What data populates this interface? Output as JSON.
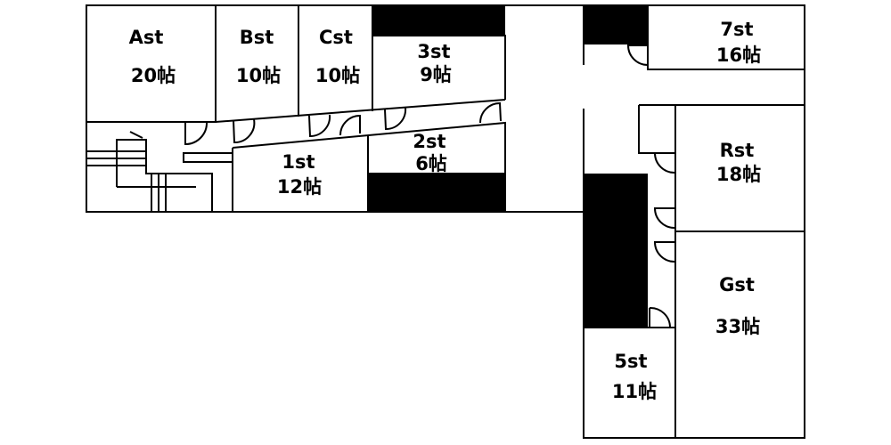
{
  "rooms": {
    "ast": {
      "name": "Ast",
      "size": "20帖"
    },
    "bst": {
      "name": "Bst",
      "size": "10帖"
    },
    "cst": {
      "name": "Cst",
      "size": "10帖"
    },
    "r3st": {
      "name": "3st",
      "size": "9帖"
    },
    "r2st": {
      "name": "2st",
      "size": "6帖"
    },
    "r1st": {
      "name": "1st",
      "size": "12帖"
    },
    "r7st": {
      "name": "7st",
      "size": "16帖"
    },
    "rst": {
      "name": "Rst",
      "size": "18帖"
    },
    "gst": {
      "name": "Gst",
      "size": "33帖"
    },
    "r5st": {
      "name": "5st",
      "size": "11帖"
    }
  },
  "colors": {
    "wall": "#000000",
    "background": "#ffffff"
  }
}
